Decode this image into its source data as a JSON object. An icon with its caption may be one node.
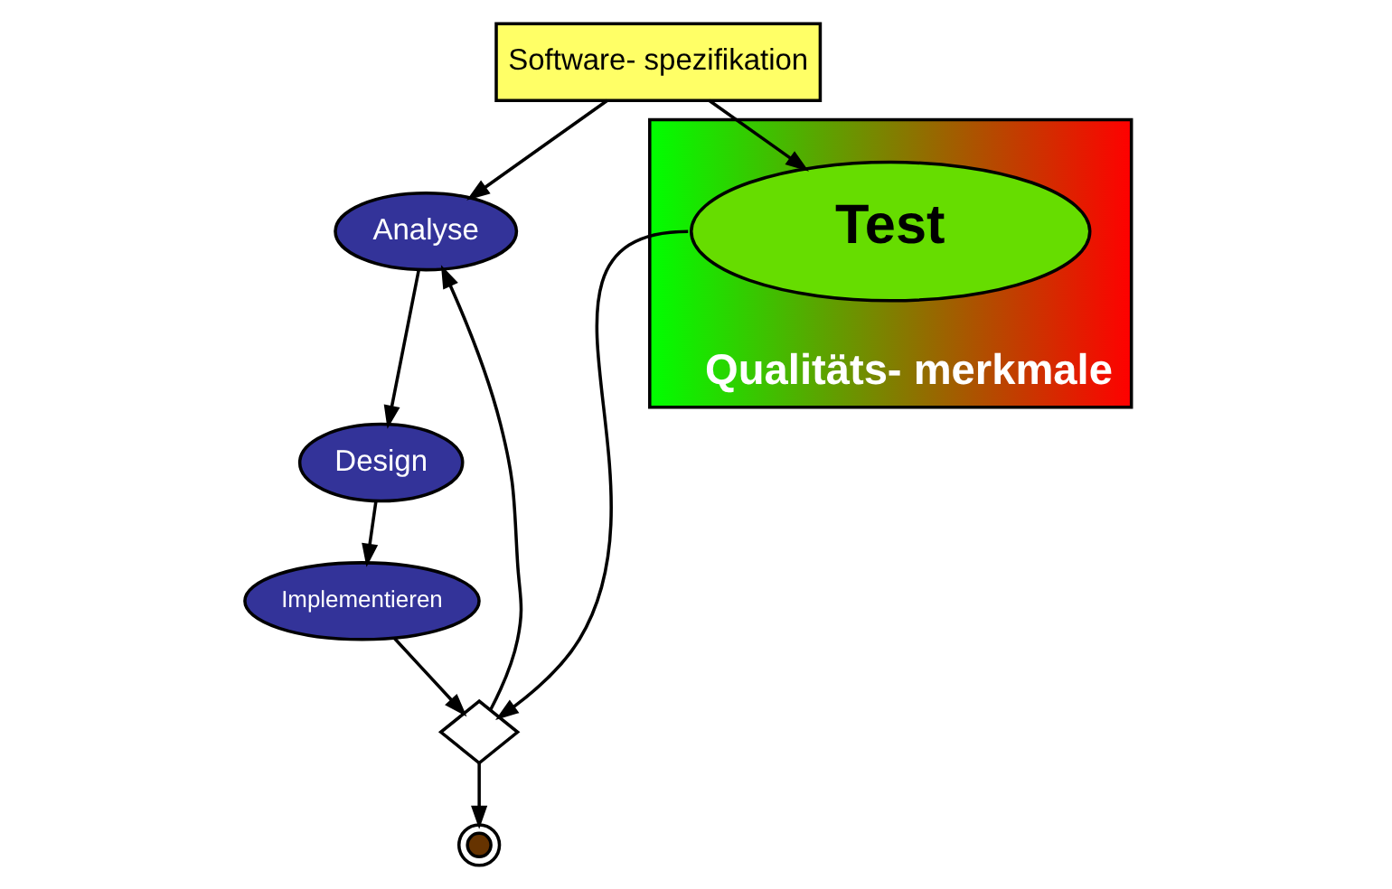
{
  "diagram": {
    "nodes": [
      {
        "text": [
          "Software- spezifikation"
        ]
      },
      {
        "text": [
          "Analyse"
        ]
      },
      {
        "text": [
          "Design"
        ]
      },
      {
        "text": [
          "Implementieren"
        ]
      },
      {
        "text": [
          "Qualitäts- merkmale"
        ]
      },
      {
        "text": [
          "Test"
        ],
        "in": 4
      },
      {
        "text": [],
        "shape": "diamond"
      },
      {
        "text": [],
        "shape": "circle"
      }
    ],
    "edges": [
      {
        "from": 0,
        "to": 1,
        "arrow": "to"
      },
      {
        "from": 0,
        "to": 5,
        "arrow": "to"
      },
      {
        "from": 1,
        "to": 2,
        "arrow": "to"
      },
      {
        "from": 2,
        "to": 3,
        "arrow": "to"
      },
      {
        "from": 3,
        "to": 6,
        "arrow": "to"
      },
      {
        "from": 5,
        "to": 6,
        "arrow": "to"
      },
      {
        "from": 6,
        "to": 1,
        "arrow": "to"
      },
      {
        "from": 6,
        "to": 7,
        "arrow": "to"
      }
    ]
  }
}
